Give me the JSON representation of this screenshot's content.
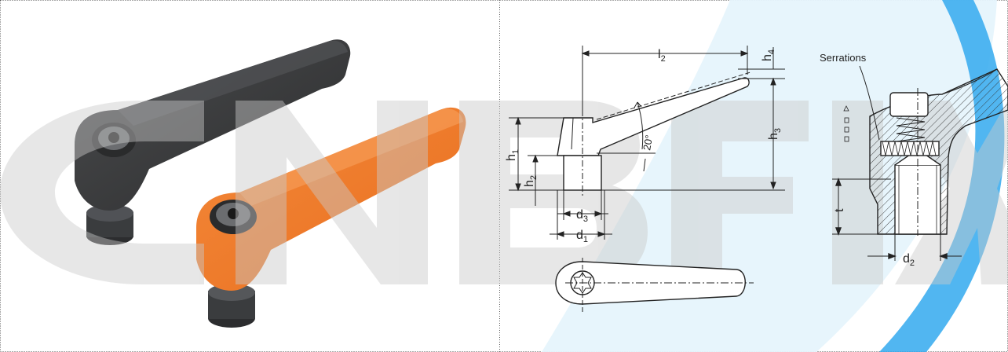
{
  "watermark": {
    "text": "CNBFIX",
    "accent_color": "#33a9ee"
  },
  "photo_panel": {
    "items": [
      {
        "name": "black-lever",
        "color": "#3a3b3c"
      },
      {
        "name": "orange-lever",
        "color": "#f07a2a"
      }
    ]
  },
  "drawing_panel": {
    "angle_label": "20°",
    "dimensions": {
      "l2": {
        "base": "l",
        "sub": "2"
      },
      "h4": {
        "base": "h",
        "sub": "4"
      },
      "h3": {
        "base": "h",
        "sub": "3"
      },
      "h1": {
        "base": "h",
        "sub": "1"
      },
      "h2": {
        "base": "h",
        "sub": "2"
      },
      "d3": {
        "base": "d",
        "sub": "3"
      },
      "d1": {
        "base": "d",
        "sub": "1"
      },
      "t": {
        "base": "t",
        "sub": ""
      },
      "d2": {
        "base": "d",
        "sub": "2"
      }
    },
    "callout": "Serrations"
  }
}
